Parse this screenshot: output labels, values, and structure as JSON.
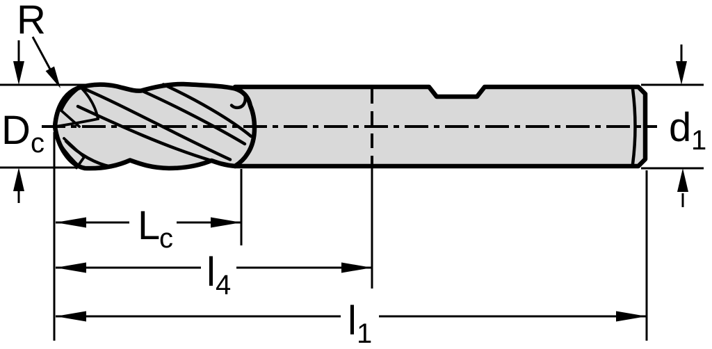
{
  "diagram": {
    "description": "Technical dimension drawing of a ball nose end mill (side view) with radius, diameter and length callouts",
    "labels": {
      "corner_radius": "R",
      "cutting_diameter": {
        "main": "D",
        "sub": "c"
      },
      "shank_diameter": {
        "main": "d",
        "sub": "1"
      },
      "flute_length": {
        "main": "L",
        "sub": "c"
      },
      "length_l4": {
        "main": "l",
        "sub": "4"
      },
      "overall_length": {
        "main": "l",
        "sub": "1"
      }
    },
    "colors": {
      "background": "#ffffff",
      "line": "#000000",
      "body_fill": "#d9d9d9"
    }
  }
}
